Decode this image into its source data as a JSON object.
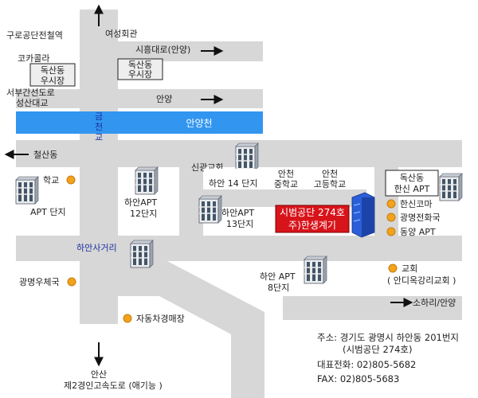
{
  "colors": {
    "road": "#d7d7d7",
    "river": "#3296f0",
    "company_box": "#d8141b",
    "building_dark": "#445566",
    "landmark_dot": "#f2a21c",
    "label_blue": "#1c2f9e"
  },
  "icons": {
    "building": "apartment-building-icon",
    "office": "office-tower-icon",
    "dot": "landmark-dot-icon",
    "arrow": "direction-arrow-icon"
  },
  "labels": {
    "yeoseong_hall": "여성회관",
    "guro_station": "구로공단전철역",
    "siheung_road": "시흥대로(안양)",
    "cocacola": "코카콜라",
    "doksan_shop_left": [
      "독산동",
      "우시장"
    ],
    "doksan_shop_right": [
      "독산동",
      "우시장"
    ],
    "seobu_line1": "서부간선도로",
    "seobu_line2": "성산대교",
    "anyang_top": "안양",
    "geumcheon_bridge": [
      "금",
      "천",
      "교"
    ],
    "anyang_stream": "안양천",
    "cheolsan": "철산동",
    "school": "학교",
    "apt_complex": "APT 단지",
    "sinkwang_church": "신광교회",
    "haan14": "하안 14 단지",
    "ancheon_mid": [
      "안천",
      "중학교"
    ],
    "ancheon_high": [
      "안천",
      "고등학교"
    ],
    "doksan_hanshin": [
      "독산동",
      "한신 APT"
    ],
    "haan12": [
      "하안APT",
      "12단지"
    ],
    "haan13": [
      "하안APT",
      "13단지"
    ],
    "company_line1": "시범공단 274호",
    "company_line2": "주)한생계기",
    "hanshin_coma": "한신코마",
    "gwangmyeong_tel": "광명전화국",
    "dongyang_apt": "동양 APT",
    "haan_intersection": "하안사거리",
    "gwangmyeong_post": "광명우체국",
    "haan8": [
      "하안 APT",
      "8단지"
    ],
    "church": "교회",
    "church_sub": "( 안디옥강리교회 )",
    "sohari": "소하리/안양",
    "car_school": "자동차경매장",
    "ansan": "안산",
    "expressway": "제2경인고속도로 (애기능 )"
  },
  "contact": {
    "address_line1": "주소: 경기도 광명시 하안동 201번지",
    "address_line2": "(시범공단 274호)",
    "phone": "대표전화:  02)805-5682",
    "fax": "FAX:  02)805-5683"
  }
}
